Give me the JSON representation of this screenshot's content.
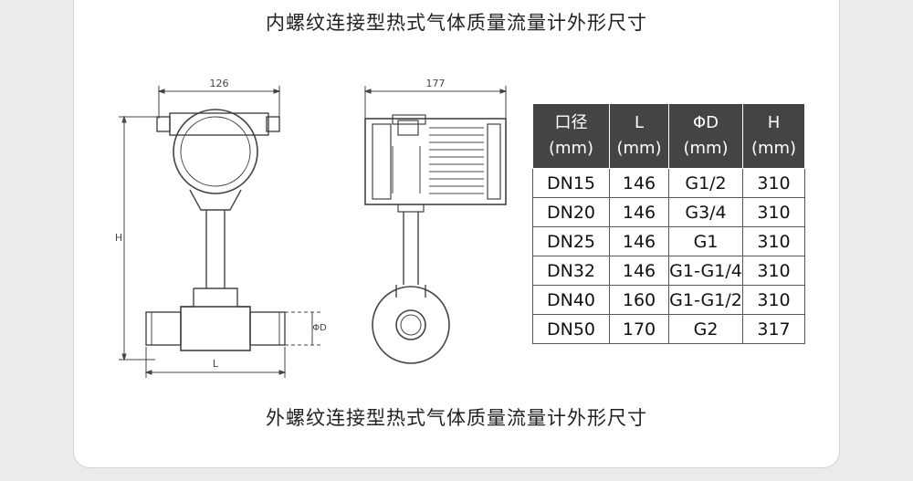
{
  "title_top": "内螺纹连接型热式气体质量流量计外形尺寸",
  "title_bottom": "外螺纹连接型热式气体质量流量计外形尺寸",
  "drawing_front": {
    "dim_top": "126",
    "dim_left": "H",
    "dim_right": "ΦD",
    "dim_bottom": "L"
  },
  "drawing_side": {
    "dim_top": "177"
  },
  "table": {
    "headers": [
      {
        "line1": "口径",
        "line2": "(mm)"
      },
      {
        "line1": "L",
        "line2": "(mm)"
      },
      {
        "line1": "ΦD",
        "line2": "(mm)"
      },
      {
        "line1": "H",
        "line2": "(mm)"
      }
    ],
    "rows": [
      [
        "DN15",
        "146",
        "G1/2",
        "310"
      ],
      [
        "DN20",
        "146",
        "G3/4",
        "310"
      ],
      [
        "DN25",
        "146",
        "G1",
        "310"
      ],
      [
        "DN32",
        "146",
        "G1-G1/4",
        "310"
      ],
      [
        "DN40",
        "160",
        "G1-G1/2",
        "310"
      ],
      [
        "DN50",
        "170",
        "G2",
        "317"
      ]
    ]
  }
}
